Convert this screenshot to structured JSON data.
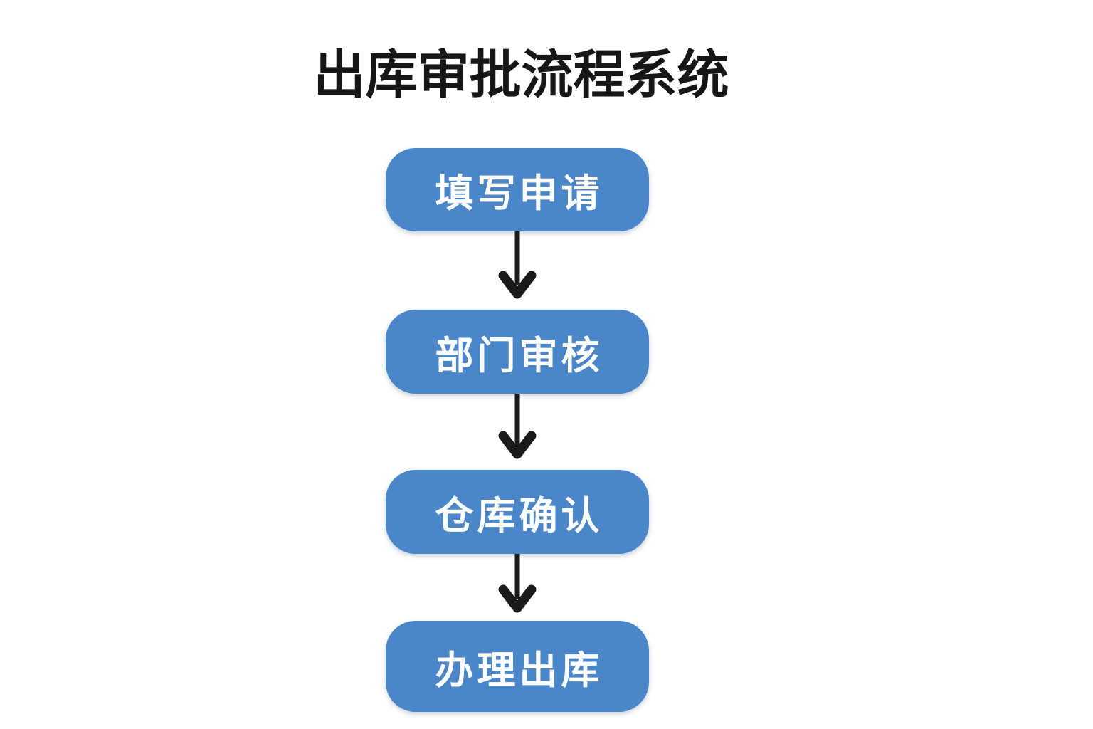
{
  "title": "出库审批流程系统",
  "flow": {
    "steps": [
      {
        "label": "填写申请"
      },
      {
        "label": "部门审核"
      },
      {
        "label": "仓库确认"
      },
      {
        "label": "办理出库"
      }
    ]
  },
  "colors": {
    "background": "#ffffff",
    "box_fill": "#4a86c8",
    "box_text": "#ffffff",
    "arrow": "#1a1a1a",
    "title_text": "#161616"
  }
}
